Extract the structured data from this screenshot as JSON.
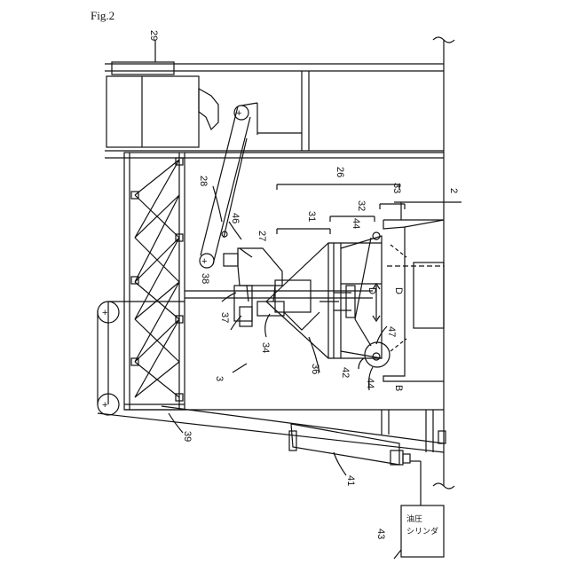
{
  "figure_label": "Fig.2",
  "labels": {
    "l29": "29",
    "l28": "28",
    "l46": "46",
    "l27": "27",
    "l26": "26",
    "l31": "31",
    "l32": "32",
    "l33": "33",
    "l2": "2",
    "l44a": "44",
    "l38": "38",
    "l37": "37",
    "l34": "34",
    "l36": "36",
    "l42": "42",
    "l44b": "44",
    "lB": "B",
    "l47": "47",
    "lD1": "D",
    "lD2": "D",
    "l3": "3",
    "l39": "39",
    "l41": "41",
    "l43": "43"
  },
  "cylinder_box": {
    "line1": "油圧",
    "line2": "シリンダ"
  },
  "pulley_symbol": "+"
}
